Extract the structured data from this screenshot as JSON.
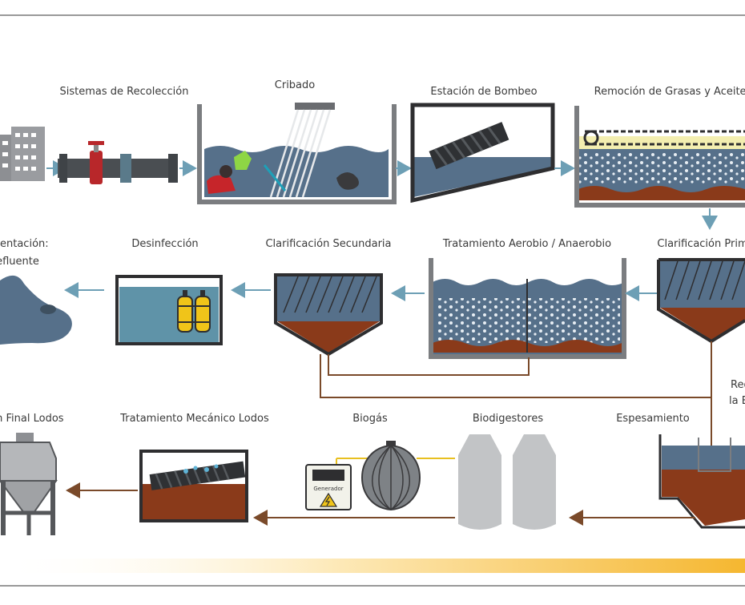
{
  "labels": {
    "collection": "Sistemas de Recolección",
    "screening": "Cribado",
    "pumping": "Estación de Bombeo",
    "grease": "Remoción de Grasas y Aceites",
    "primary": "Clarificación  Prim",
    "aerobic": "Tratamiento Aerobio / Anaerobio",
    "secondary": "Clarificación  Secundaria",
    "disinfection": "Desinfección",
    "discharge_line1": "amentación:",
    "discharge_line2": "efluente",
    "return_line1": "Reg",
    "return_line2": "la E",
    "final_sludge": "ción Final Lodos",
    "mechanical": "Tratamiento Mecánico Lodos",
    "biogas": "Biogás",
    "digesters": "Biodigestores",
    "thickening": "Espesamiento",
    "generator": "Generador"
  },
  "colors": {
    "water": "#56708a",
    "water_light": "#5f93a8",
    "sludge": "#8a3a1a",
    "frame": "#7b7d80",
    "arrow": "#6d9fb5",
    "pipe_brown": "#7a4a2a",
    "gas_pipe": "#e8c020",
    "gradient_end": "#f5b730"
  },
  "icons": {
    "buildings": "buildings-icon",
    "valve": "valve-icon",
    "oxygen": "oxygen-tanks-icon",
    "generator": "generator-icon",
    "electric": "electric-hazard-icon"
  }
}
